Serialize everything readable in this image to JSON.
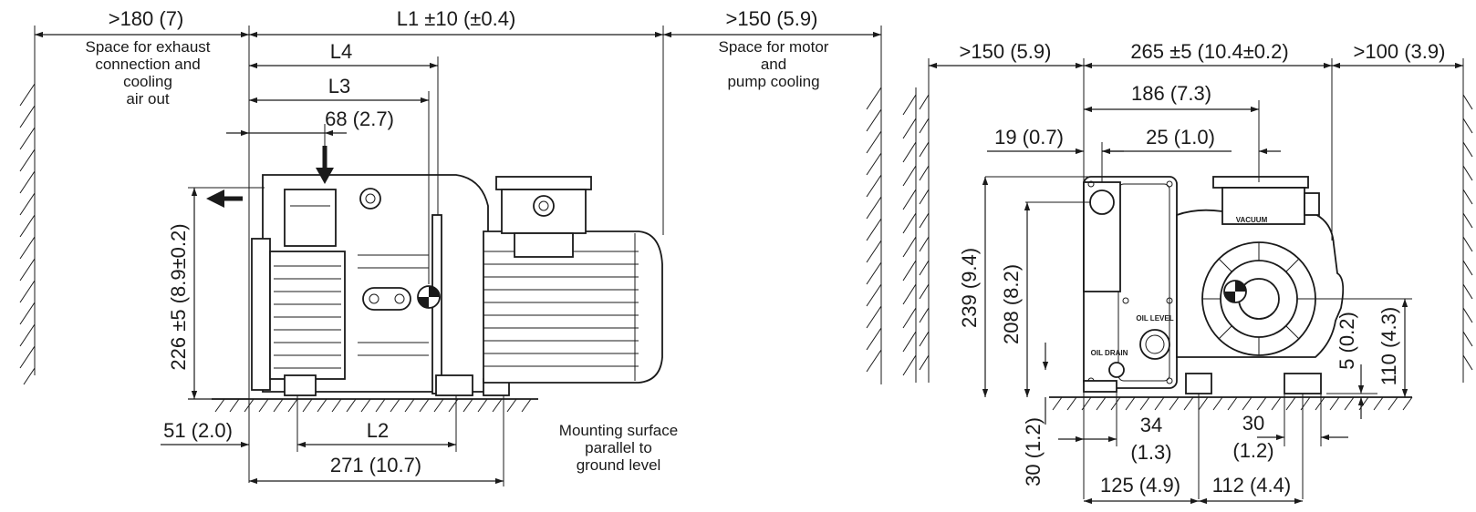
{
  "side_view": {
    "dims": {
      "exhaust_clearance": ">180 (7)",
      "overall_length": "L1 ±10 (±0.4)",
      "motor_clearance": ">150 (5.9)",
      "l4": "L4",
      "l3": "L3",
      "inlet_offset": "68 (2.7)",
      "height": "226 ±5 (8.9±0.2)",
      "foot_offset": "51 (2.0)",
      "l2": "L2",
      "base_length": "271 (10.7)"
    },
    "notes": {
      "exhaust_space": [
        "Space for exhaust",
        "connection and",
        "cooling",
        "air out"
      ],
      "motor_space": [
        "Space for motor",
        "and",
        "pump cooling"
      ],
      "mounting": [
        "Mounting surface",
        "parallel to",
        "ground level"
      ]
    }
  },
  "front_view": {
    "dims": {
      "left_clearance": ">150 (5.9)",
      "width": "265 ±5 (10.4±0.2)",
      "right_clearance": ">100 (3.9)",
      "inlet_position": "186 (7.3)",
      "oil_fill_offset": "19 (0.7)",
      "inlet_flange_offset": "25 (1.0)",
      "total_height": "239 (9.4)",
      "oil_fill_height": "208 (8.2)",
      "foot_height": "5 (0.2)",
      "axis_height": "110 (4.3)",
      "drain_height": "30 (1.2)",
      "drain_offset_value": "34",
      "drain_offset_inch": "(1.3)",
      "foot_width_value": "30",
      "foot_width_inch": "(1.2)",
      "foot_spacing_left": "125 (4.9)",
      "foot_spacing_right": "112 (4.4)"
    },
    "labels": {
      "oil_level": "OIL LEVEL",
      "oil_drain": "OIL DRAIN",
      "vacuum": "VACUUM"
    }
  }
}
